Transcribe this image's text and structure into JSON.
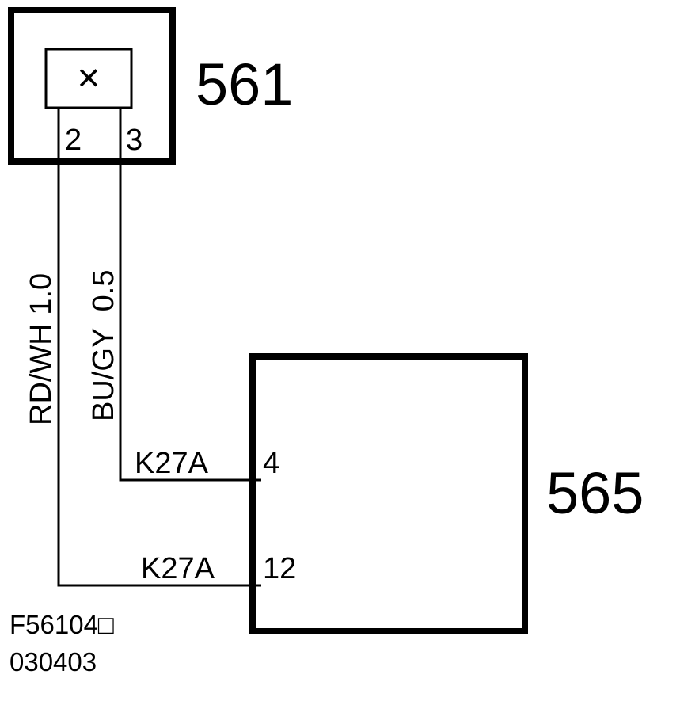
{
  "components": {
    "top": {
      "id": "561",
      "symbol": "×",
      "pins": [
        "2",
        "3"
      ]
    },
    "bottom": {
      "id": "565",
      "pins": [
        "4",
        "12"
      ]
    }
  },
  "wires": [
    {
      "spec": "BU/GY  0.5",
      "circuit": "K27A"
    },
    {
      "spec": "RD/WH 1.0",
      "circuit": "K27A"
    }
  ],
  "footer": {
    "code": "F56104□",
    "date": "030403"
  },
  "colors": {
    "line": "#000000",
    "background": "#ffffff"
  }
}
